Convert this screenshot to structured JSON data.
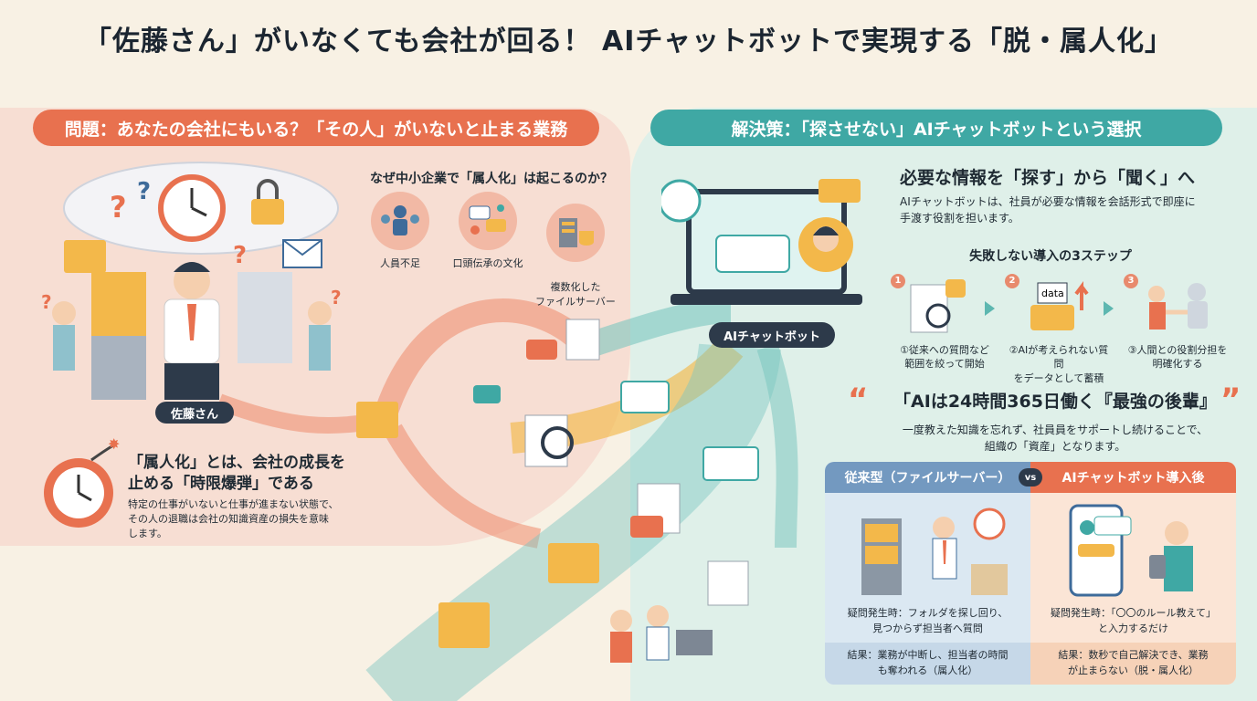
{
  "title": "「佐藤さん」がいなくても会社が回る！ AIチャットボットで実現する「脱・属人化」",
  "problem": {
    "header": "問題：あなたの会社にもいる？「その人」がいないと止まる業務",
    "why_title": "なぜ中小企業で「属人化」は起こるのか？",
    "causes": [
      {
        "label": "人員不足",
        "icon": "people-icon"
      },
      {
        "label": "口頭伝承の文化",
        "icon": "speech-icon"
      },
      {
        "label": "複数化した\nファイルサーバー",
        "icon": "server-icon"
      }
    ],
    "person_label": "佐藤さん",
    "bomb_title": "「属人化」とは、会社の成長を\n止める「時限爆弾」である",
    "bomb_body": "特定の仕事がいないと仕事が進まない状態で、\nその人の退職は会社の知識資産の損失を意味\nします。"
  },
  "solution": {
    "header": "解決策：「探させない」AIチャットボットという選択",
    "chatbot_label": "AIチャットボット",
    "headline": "必要な情報を「探す」から「聞く」へ",
    "body": "AIチャットボットは、社員が必要な情報を会話形式で即座に\n手渡す役割を担います。",
    "steps_title": "失敗しない導入の3ステップ",
    "steps": [
      {
        "num": "1",
        "text": "①従来への質問など\n範囲を絞って開始"
      },
      {
        "num": "2",
        "text": "②AIが考えられない質問\nをデータとして蓄積",
        "tag": "data"
      },
      {
        "num": "3",
        "text": "③人間との役割分担を\n明確化する"
      }
    ],
    "quote": "「AIは24時間365日働く『最強の後輩』",
    "quote_body": "一度教えた知識を忘れず、社員員をサポートし続けることで、\n組織の「資産」となります。"
  },
  "comparison": {
    "left_header": "従来型（ファイルサーバー）",
    "vs": "vs",
    "right_header": "AIチャットボット導入後",
    "left_issue": "疑問発生時：フォルダを探し回り、\n見つからず担当者へ質問",
    "left_result": "結果：業務が中断し、担当者の時間\nも奪われる（属人化）",
    "right_issue": "疑問発生時：「〇〇のルール教えて」\nと入力するだけ",
    "right_result": "結果：数秒で自己解決でき、業務\nが止まらない（脱・属人化）"
  },
  "colors": {
    "orange": "#e8714f",
    "teal": "#3fa8a4",
    "navy": "#2d3a4a",
    "folder": "#f3b84a"
  }
}
